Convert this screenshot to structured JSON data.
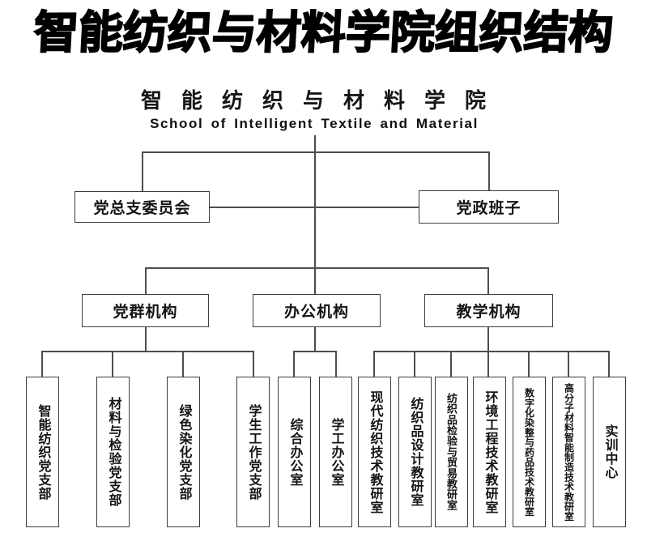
{
  "title": "智能纺织与材料学院组织结构",
  "header": {
    "cn": "智能纺织与材料学院",
    "en": "School of Intelligent Textile and Material"
  },
  "level1": {
    "party_committee": "党总支委员会",
    "leadership": "党政班子"
  },
  "level2": {
    "party": "党群机构",
    "office": "办公机构",
    "teaching": "教学机构"
  },
  "level3": {
    "party": [
      "智能纺织党支部",
      "材料与检验党支部",
      "绿色染化党支部",
      "学生工作党支部"
    ],
    "office": [
      "综合办公室",
      "学工办公室"
    ],
    "teaching": [
      "现代纺织技术教研室",
      "纺织品设计教研室",
      "纺织品检验与贸易教研室",
      "环境工程技术教研室",
      "数字化染整与药品技术教研室",
      "高分子材料智能制造技术教研室",
      "实训中心"
    ]
  },
  "colors": {
    "line": "#4d4d4d",
    "box_border": "#3d3d3d",
    "text": "#141414",
    "title": "#000000"
  }
}
